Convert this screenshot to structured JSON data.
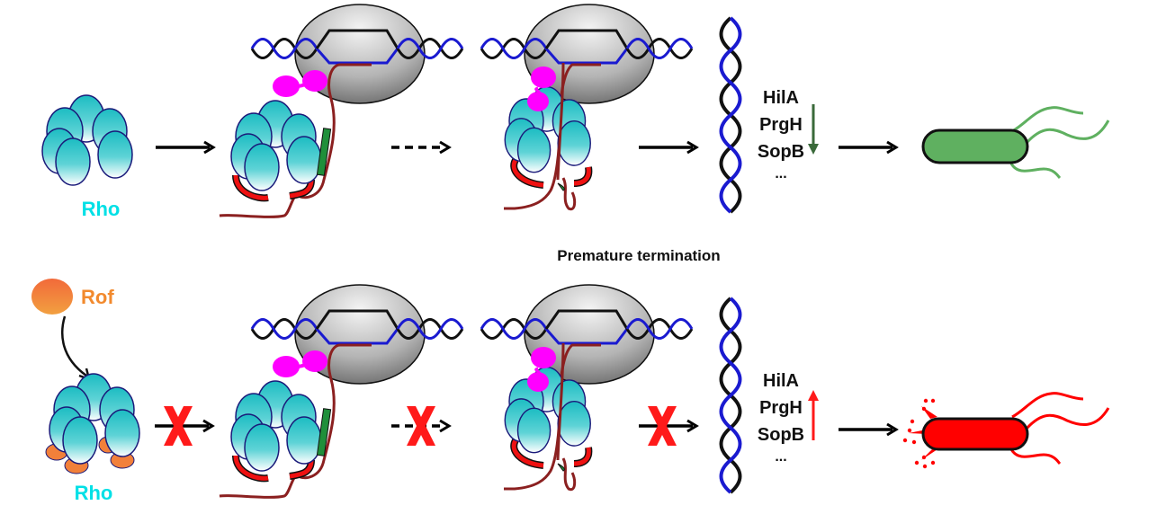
{
  "labels": {
    "rho_top": "Rho",
    "rho_bottom": "Rho",
    "rof": "Rof",
    "middle_caption": "Premature termination"
  },
  "genes": {
    "top": [
      "HilA",
      "PrgH",
      "SopB",
      "..."
    ],
    "bottom": [
      "HilA",
      "PrgH",
      "SopB",
      "..."
    ]
  },
  "regulation": {
    "top": "down",
    "bottom": "up"
  },
  "rows": [
    {
      "name": "without-rof",
      "steps": [
        "Rho hexamer",
        "Rho binds nascent RNA at rut site",
        "Rho translocates to RNA polymerase",
        "Virulence gene expression",
        "Bacterium"
      ],
      "blocked": [
        false,
        false,
        false,
        false
      ],
      "arrow_styles": [
        "solid",
        "dashed",
        "solid",
        "solid"
      ],
      "bacterium_state": "normal"
    },
    {
      "name": "with-rof",
      "steps": [
        "Rof-bound Rho hexamer",
        "Rho binds nascent RNA at rut site",
        "Rho translocates to RNA polymerase",
        "Virulence gene expression",
        "Bacterium"
      ],
      "blocked": [
        true,
        true,
        true,
        false
      ],
      "arrow_styles": [
        "solid",
        "dashed",
        "solid",
        "solid"
      ],
      "bacterium_state": "secreting"
    }
  ],
  "colors": {
    "rho_label": "#00e0e6",
    "rof_label": "#f28a2e",
    "rof": "#f2803a",
    "rho_fill_top": "#1fbfc4",
    "rho_outline": "#1a1a7a",
    "rnap": "#b0b0b0",
    "dna_blue": "#1a1ad0",
    "dna_black": "#111111",
    "rna": "#8b2020",
    "rut": "#1f8f3a",
    "nusg": "#ff00ff",
    "ring": "#ee1111",
    "block_x": "#ff1a1a",
    "down_arrow": "#3a6a3a",
    "up_arrow": "#ff1a1a",
    "bacterium_normal": "#5fb060",
    "bacterium_secreting": "#ff0000"
  }
}
